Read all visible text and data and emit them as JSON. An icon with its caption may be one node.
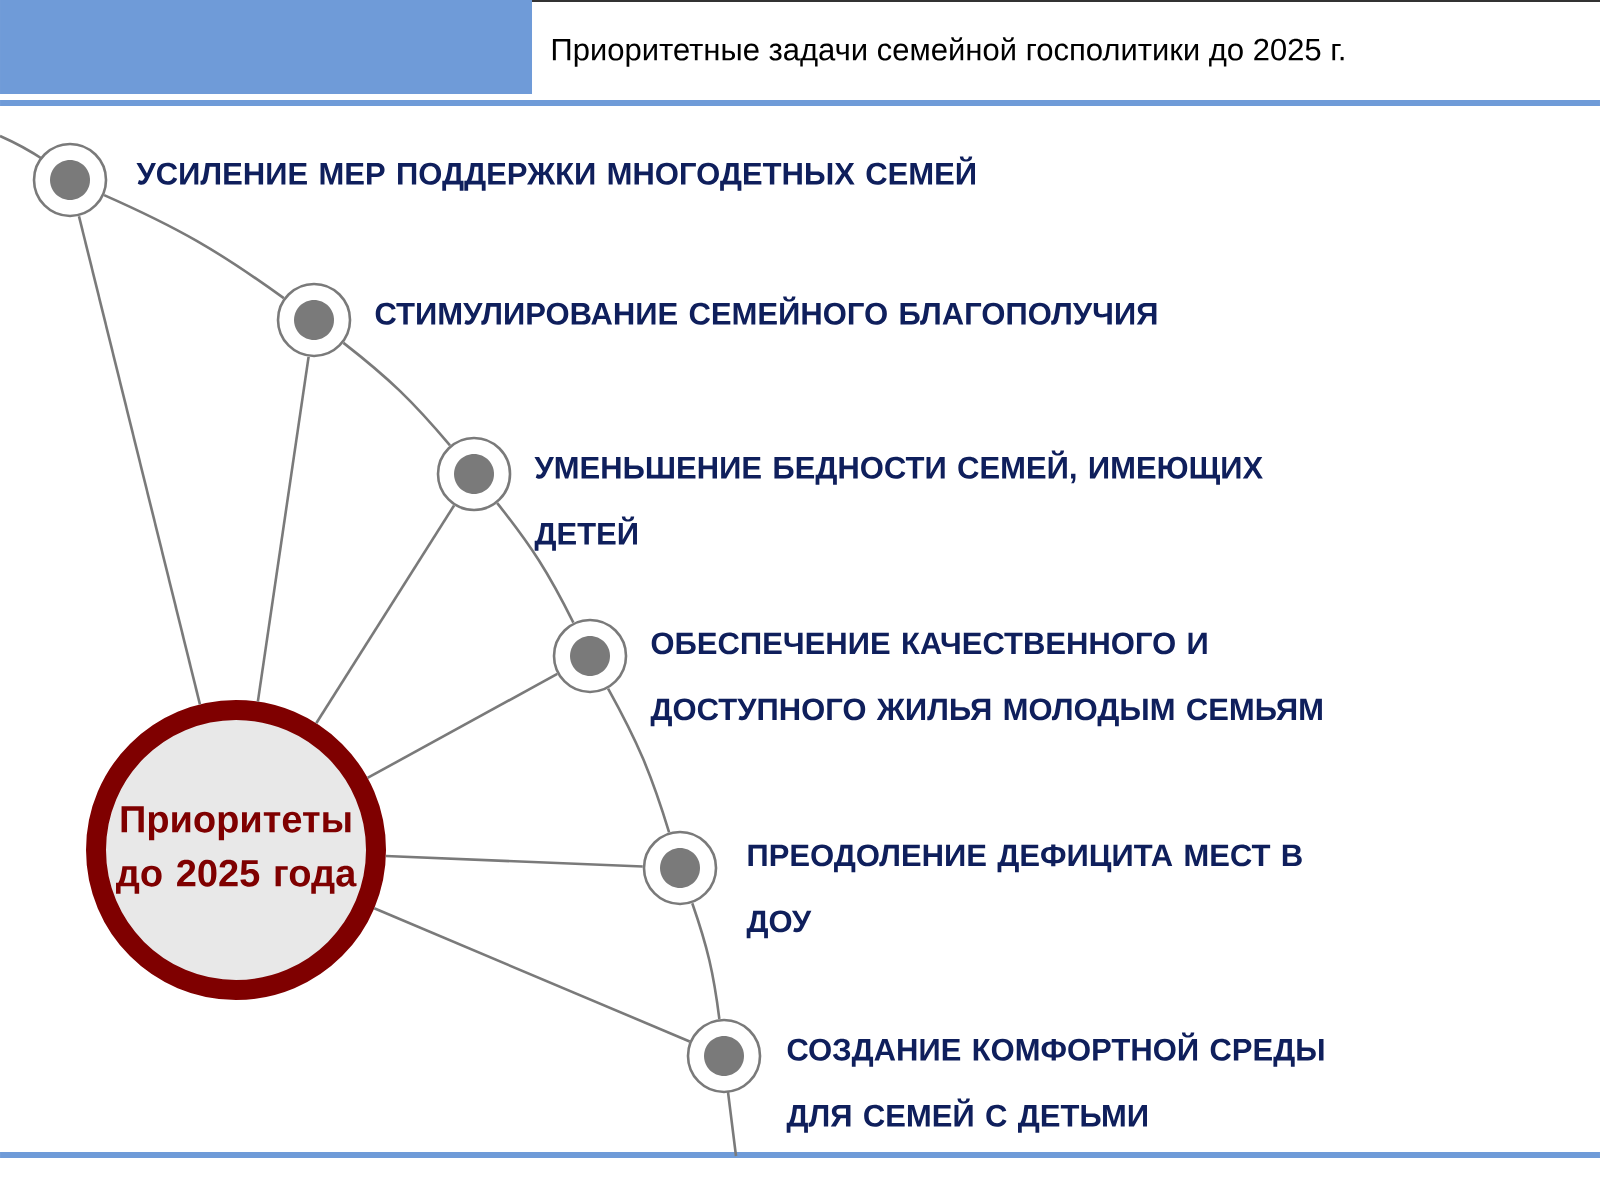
{
  "diagram": {
    "title": "Приоритетные задачи семейной госполитики до 2025 г.",
    "nodes": [
      {
        "text": [
          "Приоритеты до 2025 года"
        ]
      },
      {
        "text": [],
        "shape": "circle",
        "beside": [
          "УСИЛЕНИЕ МЕР ПОДДЕРЖКИ МНОГОДЕТНЫХ СЕМЕЙ"
        ]
      },
      {
        "text": [],
        "shape": "circle",
        "beside": [
          "СТИМУЛИРОВАНИЕ СЕМЕЙНОГО БЛАГОПОЛУЧИЯ"
        ]
      },
      {
        "text": [],
        "shape": "circle",
        "beside": [
          "УМЕНЬШЕНИЕ БЕДНОСТИ СЕМЕЙ, ИМЕЮЩИХ ДЕТЕЙ"
        ]
      },
      {
        "text": [],
        "shape": "circle",
        "beside": [
          "ОБЕСПЕЧЕНИЕ КАЧЕСТВЕННОГО И ДОСТУПНОГО ЖИЛЬЯ МОЛОДЫМ СЕМЬЯМ"
        ]
      },
      {
        "text": [],
        "shape": "circle",
        "beside": [
          "ПРЕОДОЛЕНИЕ ДЕФИЦИТА МЕСТ В ДОУ"
        ]
      },
      {
        "text": [],
        "shape": "circle",
        "beside": [
          "СОЗДАНИЕ КОМФОРТНОЙ СРЕДЫ ДЛЯ СЕМЕЙ С ДЕТЬМИ"
        ]
      }
    ],
    "edges": [
      {
        "from": 0,
        "to": 1,
        "arrow": "none"
      },
      {
        "from": 0,
        "to": 2,
        "arrow": "none"
      },
      {
        "from": 0,
        "to": 3,
        "arrow": "none"
      },
      {
        "from": 0,
        "to": 4,
        "arrow": "none"
      },
      {
        "from": 0,
        "to": 5,
        "arrow": "none"
      },
      {
        "from": 0,
        "to": 6,
        "arrow": "none"
      },
      {
        "from": 1,
        "to": 2,
        "arrow": "none"
      },
      {
        "from": 2,
        "to": 3,
        "arrow": "none"
      },
      {
        "from": 3,
        "to": 4,
        "arrow": "none"
      },
      {
        "from": 4,
        "to": 5,
        "arrow": "none"
      },
      {
        "from": 5,
        "to": 6,
        "arrow": "none"
      }
    ]
  }
}
